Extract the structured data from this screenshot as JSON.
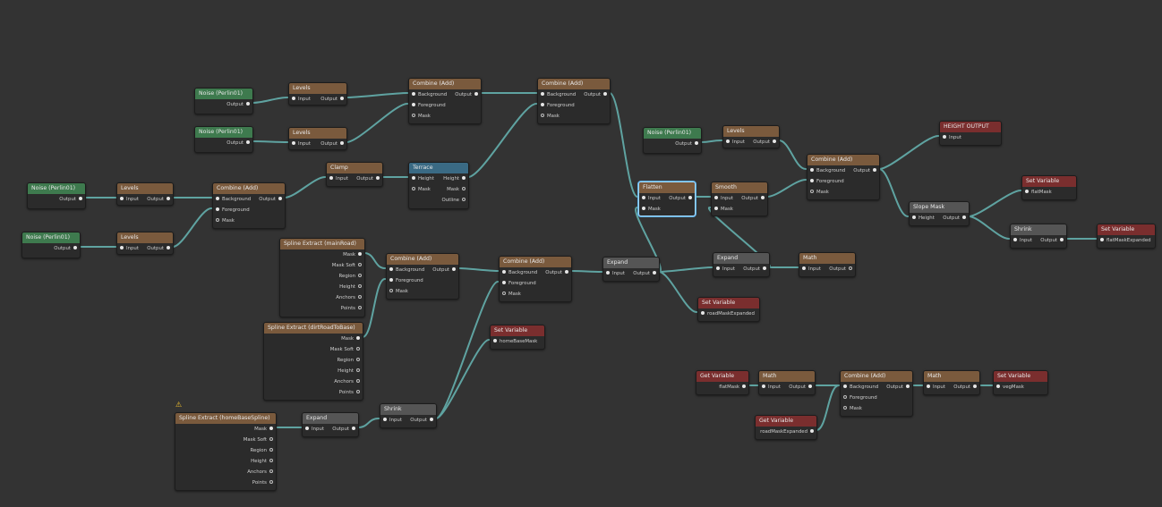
{
  "colors": {
    "background": "#333333",
    "node_body": "#2b2b2b",
    "wire": "#5fa3a1",
    "header_generator": "#3e7a4e",
    "header_filter": "#7a5a3d",
    "header_variable": "#7a2e2e",
    "header_terrace": "#3a6a84",
    "header_neutral": "#555555",
    "header_output": "#7a2e2e",
    "warning": "#f2c12e"
  },
  "nodes": [
    {
      "id": "perlin1",
      "title": "Noise (Perlin01)",
      "kind": "generator",
      "outputs": [
        {
          "label": "Output",
          "on": true
        }
      ]
    },
    {
      "id": "perlin2",
      "title": "Noise (Perlin01)",
      "kind": "generator",
      "outputs": [
        {
          "label": "Output",
          "on": true
        }
      ]
    },
    {
      "id": "perlin3",
      "title": "Noise (Perlin01)",
      "kind": "generator",
      "outputs": [
        {
          "label": "Output",
          "on": true
        }
      ]
    },
    {
      "id": "perlin4",
      "title": "Noise (Perlin01)",
      "kind": "generator",
      "outputs": [
        {
          "label": "Output",
          "on": true
        }
      ]
    },
    {
      "id": "perlin5",
      "title": "Noise (Perlin01)",
      "kind": "generator",
      "outputs": [
        {
          "label": "Output",
          "on": true
        }
      ]
    },
    {
      "id": "levels1",
      "title": "Levels",
      "kind": "filter",
      "inputs": [
        {
          "label": "Input",
          "on": true
        }
      ],
      "outputs": [
        {
          "label": "Output",
          "on": true
        }
      ]
    },
    {
      "id": "levels2",
      "title": "Levels",
      "kind": "filter",
      "inputs": [
        {
          "label": "Input",
          "on": true
        }
      ],
      "outputs": [
        {
          "label": "Output",
          "on": true
        }
      ]
    },
    {
      "id": "levels3",
      "title": "Levels",
      "kind": "filter",
      "inputs": [
        {
          "label": "Input",
          "on": true
        }
      ],
      "outputs": [
        {
          "label": "Output",
          "on": true
        }
      ]
    },
    {
      "id": "levels4",
      "title": "Levels",
      "kind": "filter",
      "inputs": [
        {
          "label": "Input",
          "on": true
        }
      ],
      "outputs": [
        {
          "label": "Output",
          "on": true
        }
      ]
    },
    {
      "id": "levels5",
      "title": "Levels",
      "kind": "filter",
      "inputs": [
        {
          "label": "Input",
          "on": true
        }
      ],
      "outputs": [
        {
          "label": "Output",
          "on": true
        }
      ]
    },
    {
      "id": "combine1",
      "title": "Combine (Add)",
      "kind": "filter",
      "inputs": [
        {
          "label": "Background",
          "on": true
        },
        {
          "label": "Foreground",
          "on": true
        },
        {
          "label": "Mask",
          "on": false
        }
      ],
      "outputs": [
        {
          "label": "Output",
          "on": true
        }
      ]
    },
    {
      "id": "combine2",
      "title": "Combine (Add)",
      "kind": "filter",
      "inputs": [
        {
          "label": "Background",
          "on": true
        },
        {
          "label": "Foreground",
          "on": true
        },
        {
          "label": "Mask",
          "on": false
        }
      ],
      "outputs": [
        {
          "label": "Output",
          "on": true
        }
      ]
    },
    {
      "id": "combine3",
      "title": "Combine (Add)",
      "kind": "filter",
      "inputs": [
        {
          "label": "Background",
          "on": true
        },
        {
          "label": "Foreground",
          "on": true
        },
        {
          "label": "Mask",
          "on": false
        }
      ],
      "outputs": [
        {
          "label": "Output",
          "on": true
        }
      ]
    },
    {
      "id": "combine4",
      "title": "Combine (Add)",
      "kind": "filter",
      "inputs": [
        {
          "label": "Background",
          "on": true
        },
        {
          "label": "Foreground",
          "on": true
        },
        {
          "label": "Mask",
          "on": false
        }
      ],
      "outputs": [
        {
          "label": "Output",
          "on": true
        }
      ]
    },
    {
      "id": "combine5",
      "title": "Combine (Add)",
      "kind": "filter",
      "inputs": [
        {
          "label": "Background",
          "on": true
        },
        {
          "label": "Foreground",
          "on": true
        },
        {
          "label": "Mask",
          "on": false
        }
      ],
      "outputs": [
        {
          "label": "Output",
          "on": true
        }
      ]
    },
    {
      "id": "combine6",
      "title": "Combine (Add)",
      "kind": "filter",
      "inputs": [
        {
          "label": "Background",
          "on": true
        },
        {
          "label": "Foreground",
          "on": true
        },
        {
          "label": "Mask",
          "on": false
        }
      ],
      "outputs": [
        {
          "label": "Output",
          "on": true
        }
      ]
    },
    {
      "id": "combine7",
      "title": "Combine (Add)",
      "kind": "filter",
      "inputs": [
        {
          "label": "Background",
          "on": true
        },
        {
          "label": "Foreground",
          "on": false
        },
        {
          "label": "Mask",
          "on": false
        }
      ],
      "outputs": [
        {
          "label": "Output",
          "on": true
        }
      ]
    },
    {
      "id": "clamp",
      "title": "Clamp",
      "kind": "filter",
      "inputs": [
        {
          "label": "Input",
          "on": true
        }
      ],
      "outputs": [
        {
          "label": "Output",
          "on": true
        }
      ]
    },
    {
      "id": "terrace",
      "title": "Terrace",
      "kind": "terrace",
      "inputs": [
        {
          "label": "Height",
          "on": true
        },
        {
          "label": "Mask",
          "on": false
        }
      ],
      "outputs": [
        {
          "label": "Height",
          "on": true
        },
        {
          "label": "Mask",
          "on": false
        },
        {
          "label": "Outline",
          "on": false
        }
      ]
    },
    {
      "id": "flatten",
      "title": "Flatten",
      "kind": "filter",
      "selected": true,
      "inputs": [
        {
          "label": "Input",
          "on": true
        },
        {
          "label": "Mask",
          "on": true
        }
      ],
      "outputs": [
        {
          "label": "Output",
          "on": true
        }
      ]
    },
    {
      "id": "smooth",
      "title": "Smooth",
      "kind": "filter",
      "inputs": [
        {
          "label": "Input",
          "on": true
        },
        {
          "label": "Mask",
          "on": true
        }
      ],
      "outputs": [
        {
          "label": "Output",
          "on": true
        }
      ]
    },
    {
      "id": "height_output",
      "title": "HEIGHT OUTPUT",
      "kind": "output",
      "inputs": [
        {
          "label": "Input",
          "on": true
        }
      ]
    },
    {
      "id": "slope_mask",
      "title": "Slope Mask",
      "kind": "neutral",
      "inputs": [
        {
          "label": "Height",
          "on": true
        }
      ],
      "outputs": [
        {
          "label": "Output",
          "on": true
        }
      ]
    },
    {
      "id": "setvar_flat",
      "title": "Set Variable",
      "kind": "variable",
      "inputs": [
        {
          "label": "flatMask",
          "on": true
        }
      ]
    },
    {
      "id": "shrink1",
      "title": "Shrink",
      "kind": "neutral",
      "inputs": [
        {
          "label": "Input",
          "on": true
        }
      ],
      "outputs": [
        {
          "label": "Output",
          "on": true
        }
      ]
    },
    {
      "id": "setvar_flatexp",
      "title": "Set Variable",
      "kind": "variable",
      "inputs": [
        {
          "label": "flatMaskExpanded",
          "on": true
        }
      ]
    },
    {
      "id": "spline_main",
      "title": "Spline Extract (mainRoad)",
      "kind": "filter",
      "outputs": [
        {
          "label": "Mask",
          "on": true
        },
        {
          "label": "Mask Soft",
          "on": false
        },
        {
          "label": "Region",
          "on": false
        },
        {
          "label": "Height",
          "on": false
        },
        {
          "label": "Anchors",
          "on": false
        },
        {
          "label": "Points",
          "on": false
        }
      ]
    },
    {
      "id": "spline_dirt",
      "title": "Spline Extract (dirtRoadToBase)",
      "kind": "filter",
      "outputs": [
        {
          "label": "Mask",
          "on": true
        },
        {
          "label": "Mask Soft",
          "on": false
        },
        {
          "label": "Region",
          "on": false
        },
        {
          "label": "Height",
          "on": false
        },
        {
          "label": "Anchors",
          "on": false
        },
        {
          "label": "Points",
          "on": false
        }
      ]
    },
    {
      "id": "spline_home",
      "title": "Spline Extract (homeBaseSpline)",
      "kind": "filter",
      "warning": true,
      "outputs": [
        {
          "label": "Mask",
          "on": true
        },
        {
          "label": "Mask Soft",
          "on": false
        },
        {
          "label": "Region",
          "on": false
        },
        {
          "label": "Height",
          "on": false
        },
        {
          "label": "Anchors",
          "on": false
        },
        {
          "label": "Points",
          "on": false
        }
      ]
    },
    {
      "id": "expand1",
      "title": "Expand",
      "kind": "neutral",
      "inputs": [
        {
          "label": "Input",
          "on": true
        }
      ],
      "outputs": [
        {
          "label": "Output",
          "on": true
        }
      ]
    },
    {
      "id": "expand2",
      "title": "Expand",
      "kind": "neutral",
      "inputs": [
        {
          "label": "Input",
          "on": true
        }
      ],
      "outputs": [
        {
          "label": "Output",
          "on": true
        }
      ]
    },
    {
      "id": "expand3",
      "title": "Expand",
      "kind": "neutral",
      "inputs": [
        {
          "label": "Input",
          "on": true
        }
      ],
      "outputs": [
        {
          "label": "Output",
          "on": true
        }
      ]
    },
    {
      "id": "shrink2",
      "title": "Shrink",
      "kind": "neutral",
      "inputs": [
        {
          "label": "Input",
          "on": true
        }
      ],
      "outputs": [
        {
          "label": "Output",
          "on": true
        }
      ]
    },
    {
      "id": "setvar_home",
      "title": "Set Variable",
      "kind": "variable",
      "inputs": [
        {
          "label": "homeBaseMask",
          "on": true
        }
      ]
    },
    {
      "id": "setvar_road",
      "title": "Set Variable",
      "kind": "variable",
      "inputs": [
        {
          "label": "roadMaskExpanded",
          "on": true
        }
      ]
    },
    {
      "id": "math1",
      "title": "Math",
      "kind": "filter",
      "inputs": [
        {
          "label": "Input",
          "on": true
        }
      ],
      "outputs": [
        {
          "label": "Output",
          "on": false
        }
      ]
    },
    {
      "id": "getvar_flat",
      "title": "Get Variable",
      "kind": "variable",
      "outputs": [
        {
          "label": "flatMask",
          "on": true
        }
      ]
    },
    {
      "id": "math2",
      "title": "Math",
      "kind": "filter",
      "inputs": [
        {
          "label": "Input",
          "on": true
        }
      ],
      "outputs": [
        {
          "label": "Output",
          "on": true
        }
      ]
    },
    {
      "id": "math3",
      "title": "Math",
      "kind": "filter",
      "inputs": [
        {
          "label": "Input",
          "on": true
        }
      ],
      "outputs": [
        {
          "label": "Output",
          "on": true
        }
      ]
    },
    {
      "id": "setvar_veg",
      "title": "Set Variable",
      "kind": "variable",
      "inputs": [
        {
          "label": "vegMask",
          "on": true
        }
      ]
    },
    {
      "id": "getvar_road",
      "title": "Get Variable",
      "kind": "variable",
      "outputs": [
        {
          "label": "roadMaskExpanded",
          "on": true
        }
      ]
    }
  ],
  "connections": [
    [
      "perlin1",
      "0",
      "levels1",
      "0"
    ],
    [
      "perlin2",
      "0",
      "levels2",
      "0"
    ],
    [
      "levels1",
      "0",
      "combine1",
      "0"
    ],
    [
      "levels2",
      "0",
      "combine1",
      "1"
    ],
    [
      "combine1",
      "0",
      "combine2",
      "0"
    ],
    [
      "perlin3",
      "0",
      "levels3",
      "0"
    ],
    [
      "perlin4",
      "0",
      "levels4",
      "0"
    ],
    [
      "levels3",
      "0",
      "combine3",
      "0"
    ],
    [
      "levels4",
      "0",
      "combine3",
      "1"
    ],
    [
      "combine3",
      "0",
      "clamp",
      "0"
    ],
    [
      "clamp",
      "0",
      "terrace",
      "0"
    ],
    [
      "terrace",
      "0",
      "combine2",
      "1"
    ],
    [
      "combine2",
      "0",
      "flatten",
      "0"
    ],
    [
      "flatten",
      "0",
      "smooth",
      "0"
    ],
    [
      "perlin5",
      "0",
      "levels5",
      "0"
    ],
    [
      "levels5",
      "0",
      "combine4",
      "0"
    ],
    [
      "smooth",
      "0",
      "combine4",
      "1"
    ],
    [
      "combine4",
      "0",
      "height_output",
      "0"
    ],
    [
      "combine4",
      "0",
      "slope_mask",
      "0"
    ],
    [
      "slope_mask",
      "0",
      "setvar_flat",
      "0"
    ],
    [
      "slope_mask",
      "0",
      "shrink1",
      "0"
    ],
    [
      "shrink1",
      "0",
      "setvar_flatexp",
      "0"
    ],
    [
      "spline_main",
      "0",
      "combine5",
      "0"
    ],
    [
      "spline_dirt",
      "0",
      "combine5",
      "1"
    ],
    [
      "combine5",
      "0",
      "combine6",
      "0"
    ],
    [
      "spline_home",
      "0",
      "expand1",
      "0"
    ],
    [
      "expand1",
      "0",
      "shrink2",
      "0"
    ],
    [
      "shrink2",
      "0",
      "combine6",
      "1"
    ],
    [
      "shrink2",
      "0",
      "setvar_home",
      "0"
    ],
    [
      "combine6",
      "0",
      "expand2",
      "0"
    ],
    [
      "expand2",
      "0",
      "setvar_road",
      "0"
    ],
    [
      "expand2",
      "0",
      "expand3",
      "0"
    ],
    [
      "expand2",
      "0",
      "flatten",
      "1"
    ],
    [
      "expand3",
      "0",
      "smooth",
      "1"
    ],
    [
      "expand3",
      "0",
      "math1",
      "0"
    ],
    [
      "getvar_flat",
      "0",
      "math2",
      "0"
    ],
    [
      "math2",
      "0",
      "combine7",
      "0"
    ],
    [
      "getvar_road",
      "0",
      "combine7",
      "0"
    ],
    [
      "combine7",
      "0",
      "math3",
      "0"
    ],
    [
      "math3",
      "0",
      "setvar_veg",
      "0"
    ]
  ]
}
